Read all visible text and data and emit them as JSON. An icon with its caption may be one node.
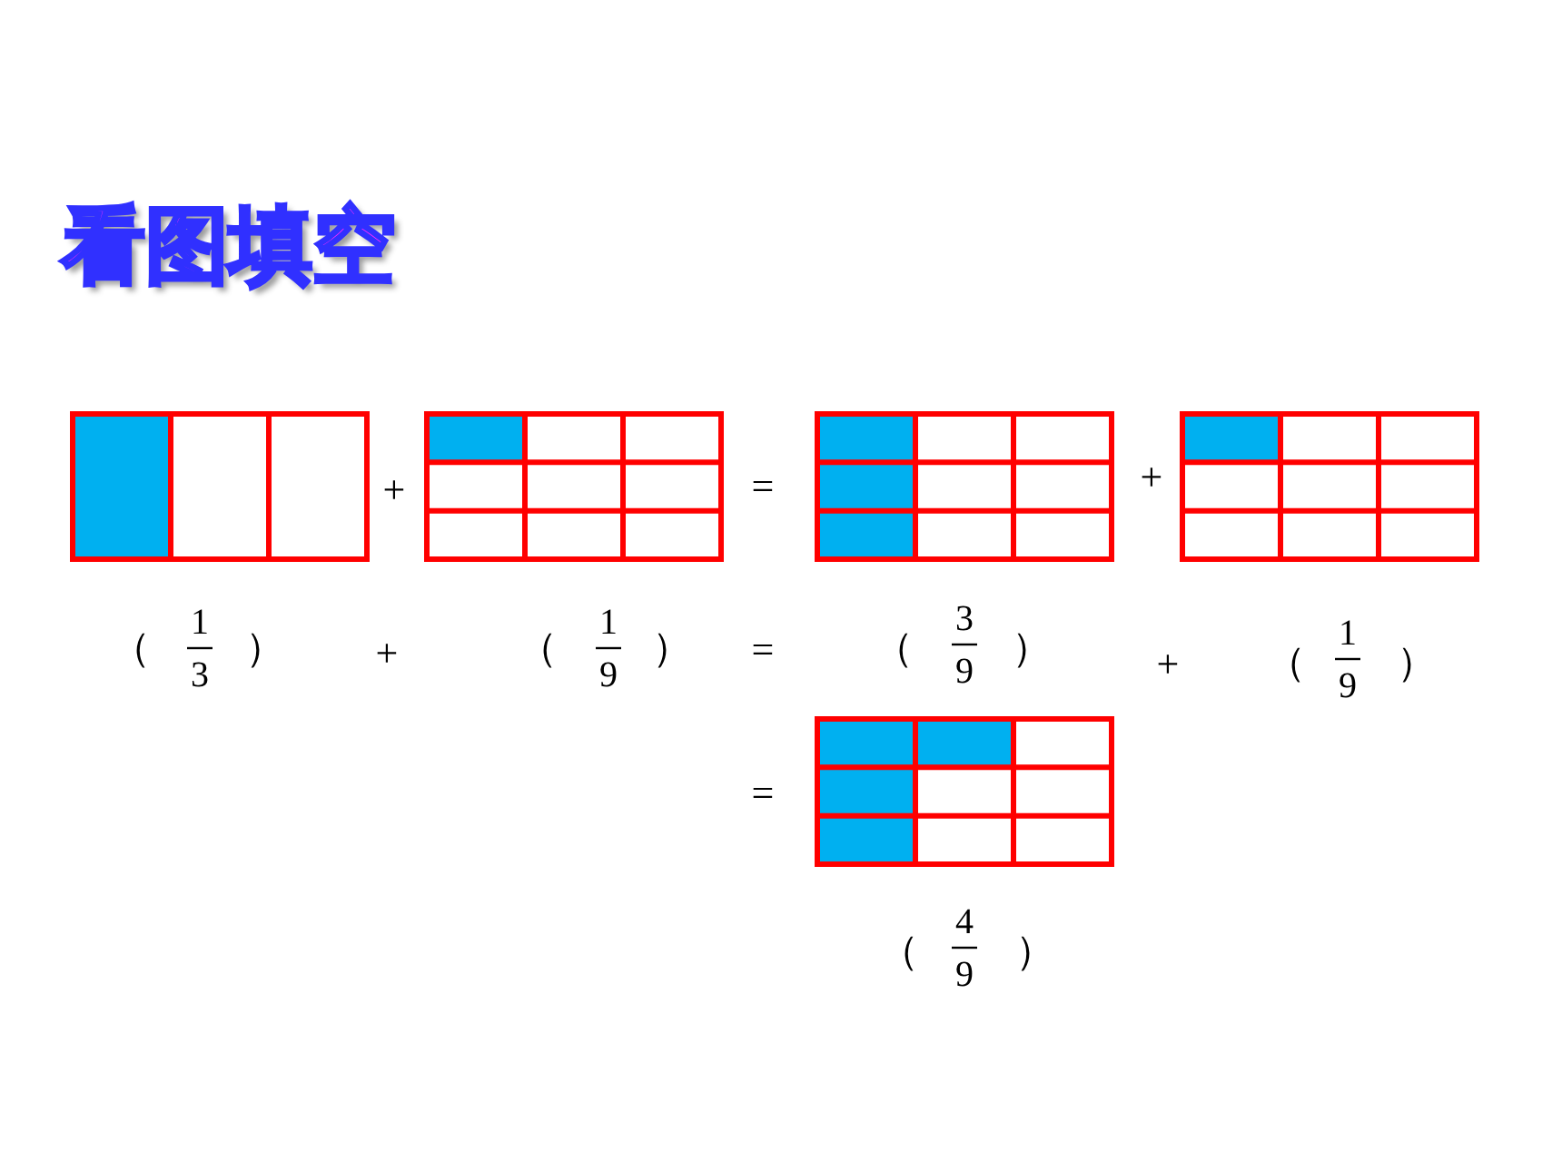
{
  "diagram": {
    "title": "看图填空",
    "labels": [
      "+",
      "=",
      "+",
      "（",
      "1",
      "3",
      "）",
      "+",
      "（",
      "1",
      "9",
      "）",
      "=",
      "（",
      "3",
      "9",
      "）",
      "+",
      "（",
      "1",
      "9",
      "）",
      "=",
      "（",
      "4",
      "9",
      "）"
    ]
  }
}
